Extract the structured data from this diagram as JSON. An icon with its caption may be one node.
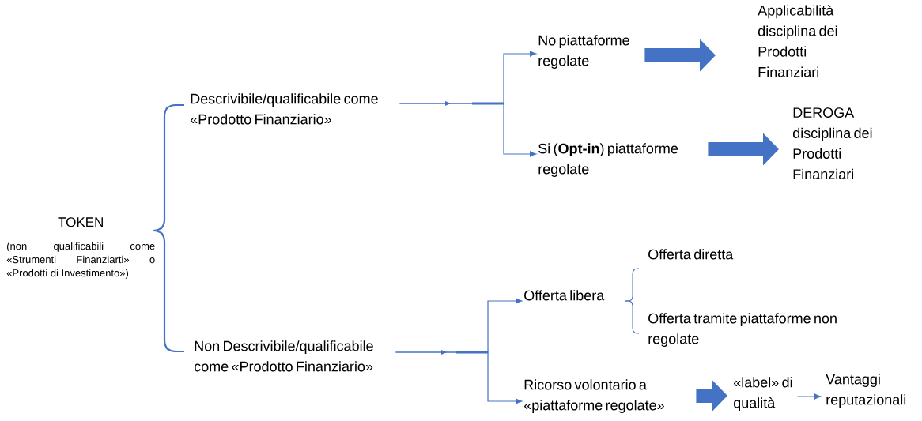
{
  "diagram": {
    "nodes": [
      {
        "text": [
          "TOKEN",
          "(non qualificabili come «Strumenti Finanziarti» o «Prodotti di Investimento»)"
        ]
      },
      {
        "text": [
          "Descrivibile/qualificabile come «Prodotto Finanziario»"
        ]
      },
      {
        "text": [
          "No piattaforme regolate"
        ]
      },
      {
        "text": [
          "Applicabilità disciplina dei Prodotti Finanziari"
        ]
      },
      {
        "text": [
          "Si (**Opt-in**) piattaforme regolate"
        ]
      },
      {
        "text": [
          "DEROGA disciplina dei Prodotti Finanziari"
        ]
      },
      {
        "text": [
          "Non Descrivibile/qualificabile come «Prodotto Finanziario»"
        ]
      },
      {
        "text": [
          "Offerta libera"
        ]
      },
      {
        "text": [
          "Offerta diretta"
        ]
      },
      {
        "text": [
          "Offerta tramite piattaforme non regolate"
        ]
      },
      {
        "text": [
          "Ricorso volontario a «piattaforme regolate»"
        ]
      },
      {
        "text": [
          "«label» di qualità"
        ]
      },
      {
        "text": [
          "Vantaggi reputazionali"
        ]
      }
    ],
    "edges": [
      {
        "from": 0,
        "to": 1,
        "arrow": "none"
      },
      {
        "from": 0,
        "to": 6,
        "arrow": "none"
      },
      {
        "from": 1,
        "to": 2,
        "arrow": "to"
      },
      {
        "from": 1,
        "to": 4,
        "arrow": "to"
      },
      {
        "from": 2,
        "to": 3,
        "arrow": "to",
        "style": "thick"
      },
      {
        "from": 4,
        "to": 5,
        "arrow": "to",
        "style": "thick"
      },
      {
        "from": 6,
        "to": 7,
        "arrow": "to"
      },
      {
        "from": 6,
        "to": 10,
        "arrow": "to"
      },
      {
        "from": 7,
        "to": 8,
        "arrow": "none"
      },
      {
        "from": 7,
        "to": 9,
        "arrow": "none"
      },
      {
        "from": 10,
        "to": 11,
        "arrow": "to",
        "style": "thick"
      },
      {
        "from": 11,
        "to": 12,
        "arrow": "to"
      }
    ]
  }
}
